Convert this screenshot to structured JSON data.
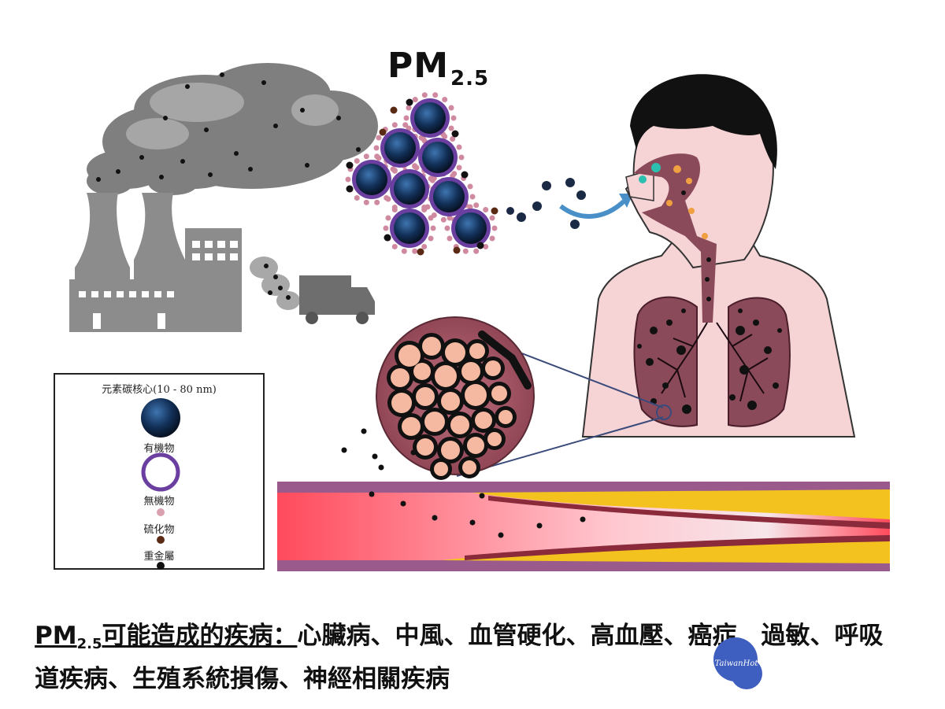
{
  "title": {
    "main": "PM",
    "sub": "2.5"
  },
  "legend": {
    "core_label": "元素碳核心(10 - 80 nm)",
    "organic_label": "有機物",
    "inorganic_label": "無機物",
    "sulfide_label": "硫化物",
    "metal_label": "重金屬"
  },
  "caption": {
    "pm_main": "PM",
    "pm_sub": "2.5",
    "heading": "可能造成的疾病：",
    "diseases": "心臟病、中風、血管硬化、高血壓、癌症、過敏、呼吸道疾病、生殖系統損傷、神經相關疾病"
  },
  "watermark": {
    "text": "TaiwanHot"
  },
  "colors": {
    "smoke": "#7d7d7d",
    "factory": "#8a8a8a",
    "particle_core": "#1d3f66",
    "particle_ring": "#6b3fa0",
    "inorganic": "#d9a0b0",
    "sulfide": "#5a2a14",
    "skin": "#f6d3d5",
    "lung": "#8b4a5a",
    "vessel": "#ff5060",
    "plaque": "#f3c21f",
    "arrow": "#4a90c8",
    "logo": "#3f5fc0"
  }
}
